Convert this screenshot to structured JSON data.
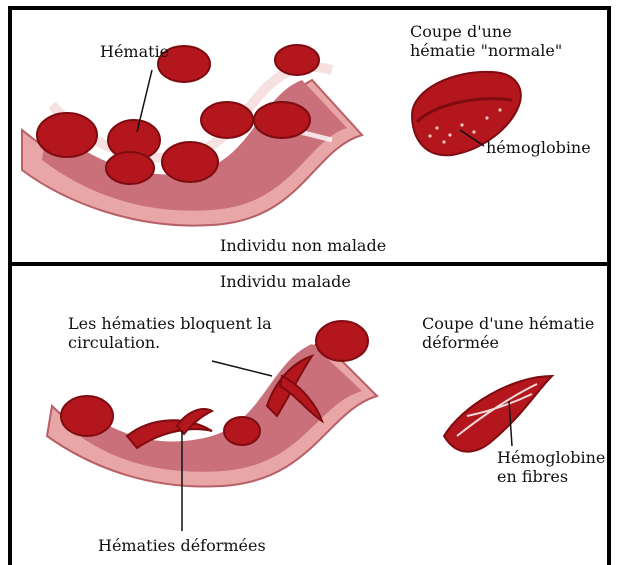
{
  "top_panel": {
    "label_hematie": "Hématie",
    "label_coupe": "Coupe d'une\nhématie \"normale\"",
    "label_hemoglobine": "hémoglobine",
    "caption": "Individu non malade"
  },
  "bottom_panel": {
    "caption": "Individu malade",
    "label_bloquent": "Les hématies bloquent la\ncirculation.",
    "label_coupe": "Coupe d'une hématie\ndéformée",
    "label_hemoglobine_fibres": "Hémoglobine\nen fibres",
    "label_deformees": "Hématies déformées"
  },
  "colors": {
    "vessel_wall": "#e8a6a6",
    "vessel_inner": "#c9707a",
    "red_cell": "#b3161c",
    "red_cell_dark": "#7e0b10",
    "frame": "#000000"
  }
}
